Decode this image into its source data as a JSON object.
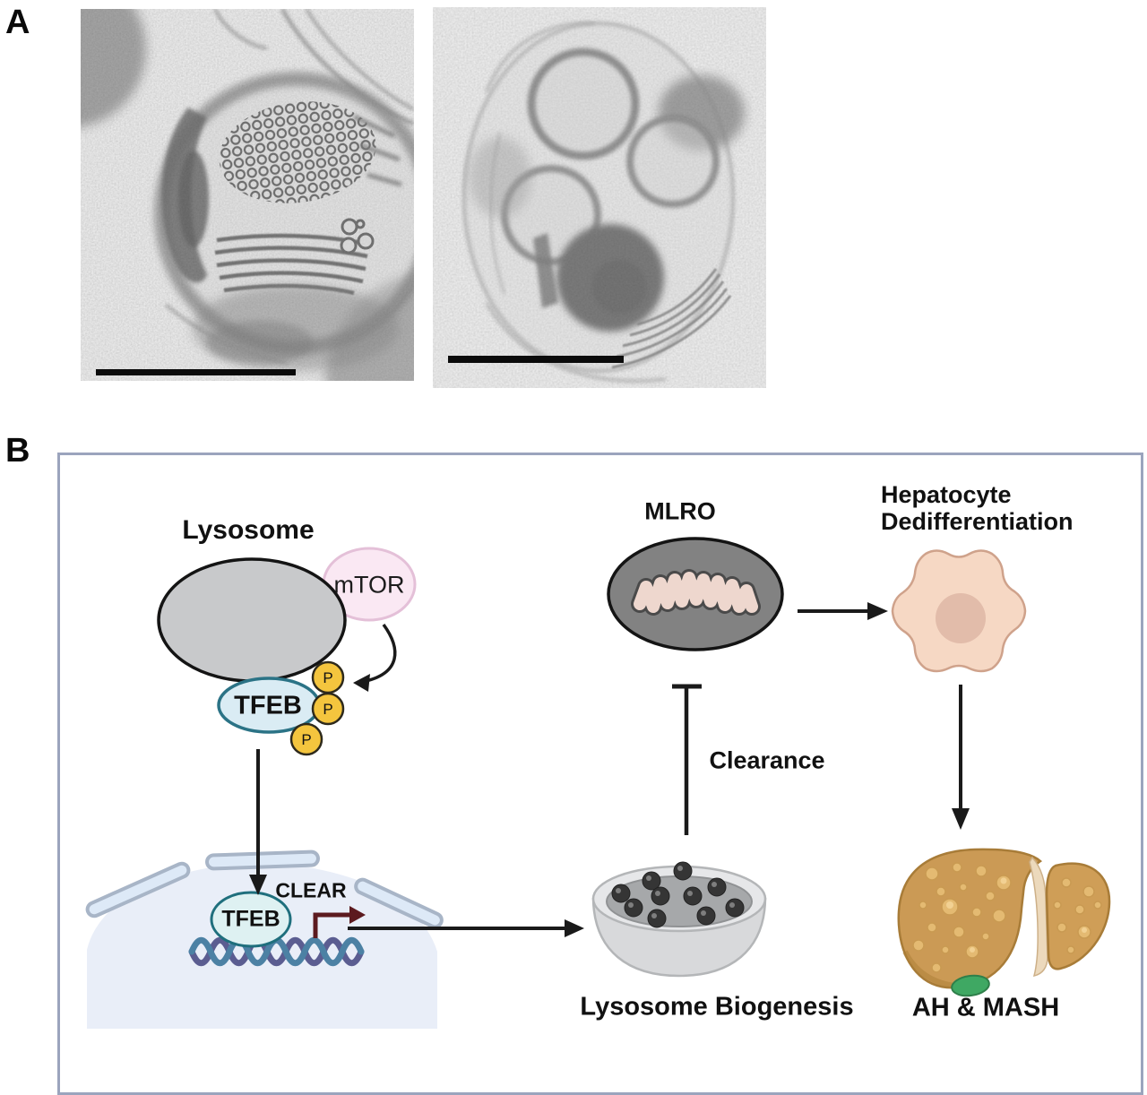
{
  "figure": {
    "panel_a": {
      "label": "A",
      "em_images": [
        {
          "name": "electron-micrograph-1"
        },
        {
          "name": "electron-micrograph-2"
        }
      ]
    },
    "panel_b": {
      "label": "B",
      "lysosome_label": "Lysosome",
      "mtor_label": "mTOR",
      "tfeb_cytoplasm_label": "TFEB",
      "phosphate_label": "P",
      "tfeb_nucleus_label": "TFEB",
      "clear_label": "CLEAR",
      "mlro_label": "MLRO",
      "clearance_label": "Clearance",
      "lysosome_biogenesis_label": "Lysosome Biogenesis",
      "hepatocyte_line1": "Hepatocyte",
      "hepatocyte_line2": "Dedifferentiation",
      "ah_mash_label": "AH & MASH",
      "colors": {
        "panel_border": "#9ba4bd",
        "lysosome_fill": "#c8c9cb",
        "mtor_fill": "#fae8f3",
        "mtor_stroke": "#e4c0d8",
        "tfeb_fill": "#daecf4",
        "tfeb_stroke": "#2b7386",
        "phosphate_fill": "#f4c53e",
        "nucleus_fill": "#e9eef8",
        "dna_blue": "#4c81a4",
        "dna_purple": "#5b5d91",
        "promoter_arrow": "#5c1a1f",
        "mlro_fill": "#828282",
        "cristae_fill": "#eed7ce",
        "hepatocyte_fill": "#f6d8c4",
        "liver_fill": "#cb9a55",
        "gallbladder_fill": "#3fa863",
        "bowl_fill": "#d8d9db",
        "arrow_color": "#1a1a1a"
      }
    }
  }
}
